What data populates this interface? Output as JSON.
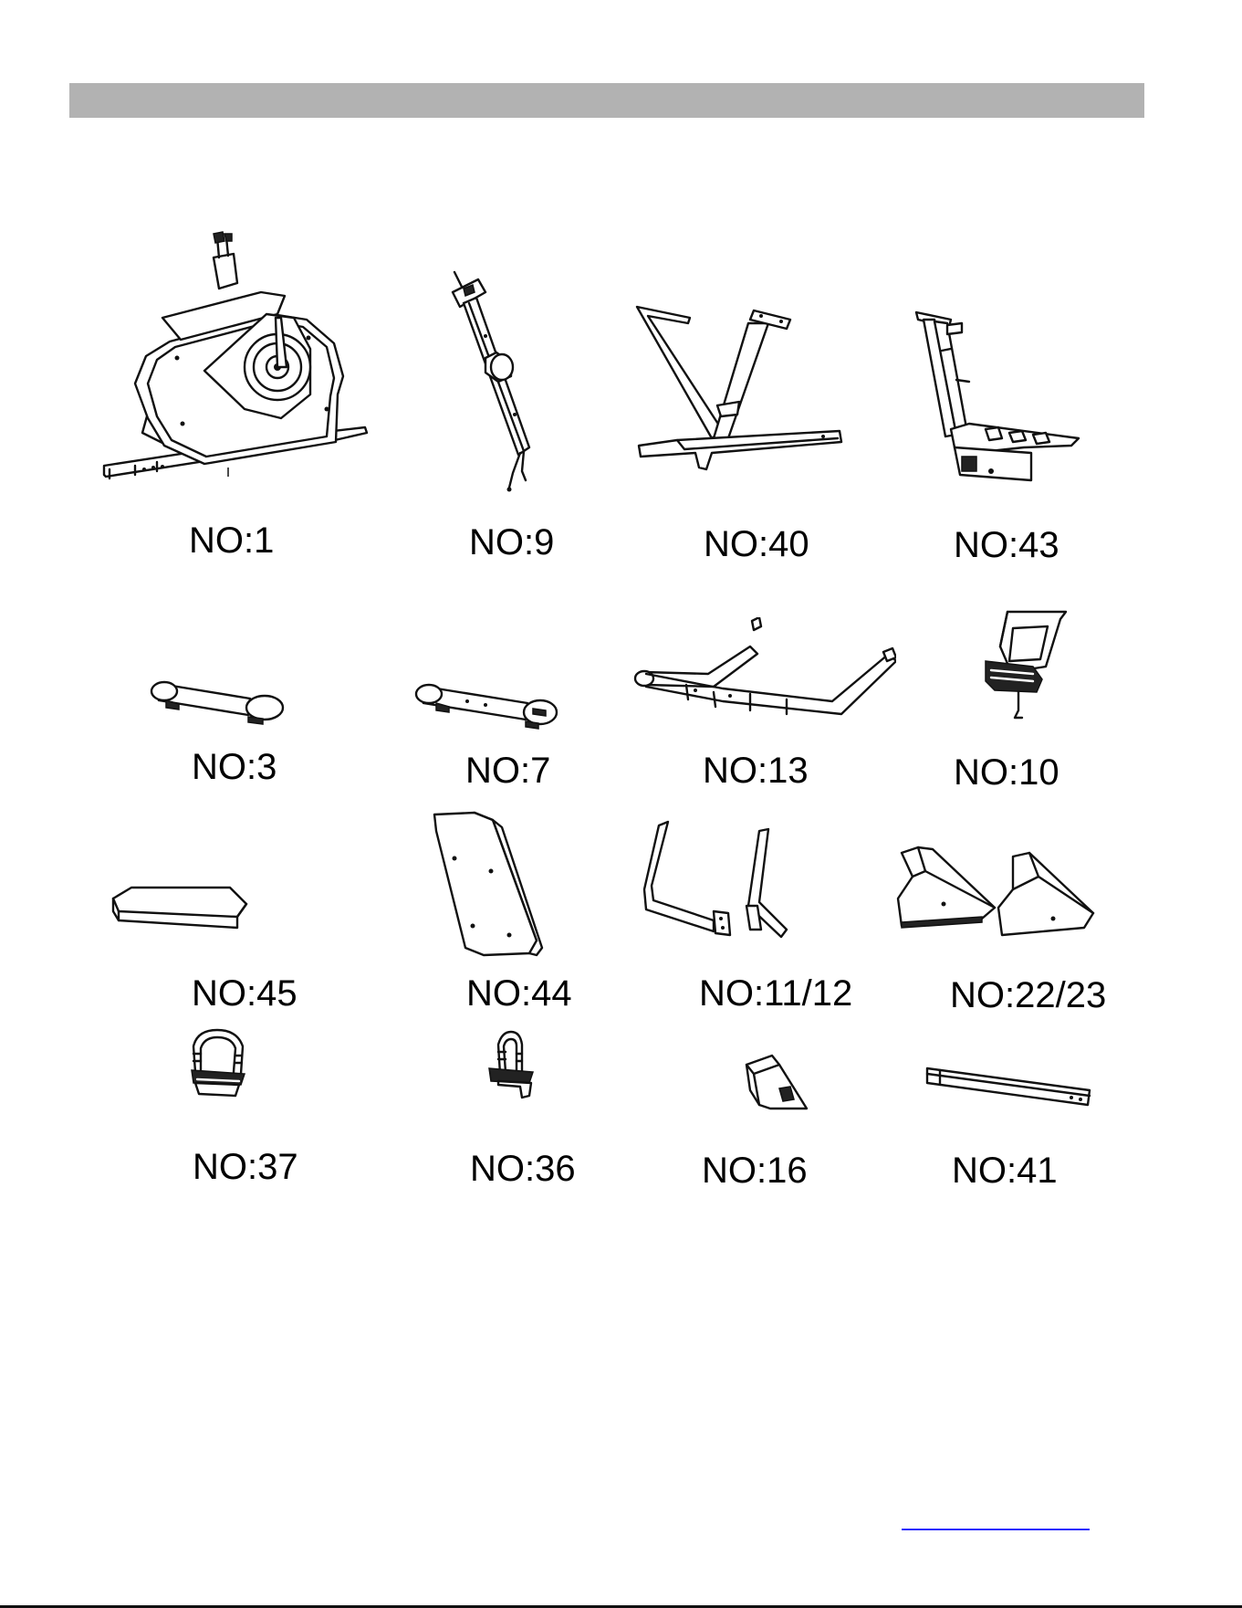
{
  "parts": [
    {
      "id": "part-1",
      "label": "NO:1",
      "icon": "bike-frame-icon"
    },
    {
      "id": "part-9",
      "label": "NO:9",
      "icon": "seat-post-icon"
    },
    {
      "id": "part-40",
      "label": "NO:40",
      "icon": "v-frame-icon"
    },
    {
      "id": "part-43",
      "label": "NO:43",
      "icon": "rear-frame-icon"
    },
    {
      "id": "part-3",
      "label": "NO:3",
      "icon": "front-stabilizer-icon"
    },
    {
      "id": "part-7",
      "label": "NO:7",
      "icon": "rear-stabilizer-icon"
    },
    {
      "id": "part-13",
      "label": "NO:13",
      "icon": "handlebar-icon"
    },
    {
      "id": "part-10",
      "label": "NO:10",
      "icon": "console-icon"
    },
    {
      "id": "part-45",
      "label": "NO:45",
      "icon": "seat-cushion-icon"
    },
    {
      "id": "part-44",
      "label": "NO:44",
      "icon": "backrest-icon"
    },
    {
      "id": "part-11-12",
      "label": "NO:11/12",
      "icon": "side-handles-icon"
    },
    {
      "id": "part-22-23",
      "label": "NO:22/23",
      "icon": "side-covers-icon"
    },
    {
      "id": "part-37",
      "label": "NO:37",
      "icon": "pedal-left-icon"
    },
    {
      "id": "part-36",
      "label": "NO:36",
      "icon": "pedal-right-icon"
    },
    {
      "id": "part-16",
      "label": "NO:16",
      "icon": "cover-cap-icon"
    },
    {
      "id": "part-41",
      "label": "NO:41",
      "icon": "bar-tube-icon"
    }
  ],
  "colors": {
    "header_bar": "#b2b2b2",
    "link_underline": "#2c2cff",
    "ink": "#111111"
  }
}
